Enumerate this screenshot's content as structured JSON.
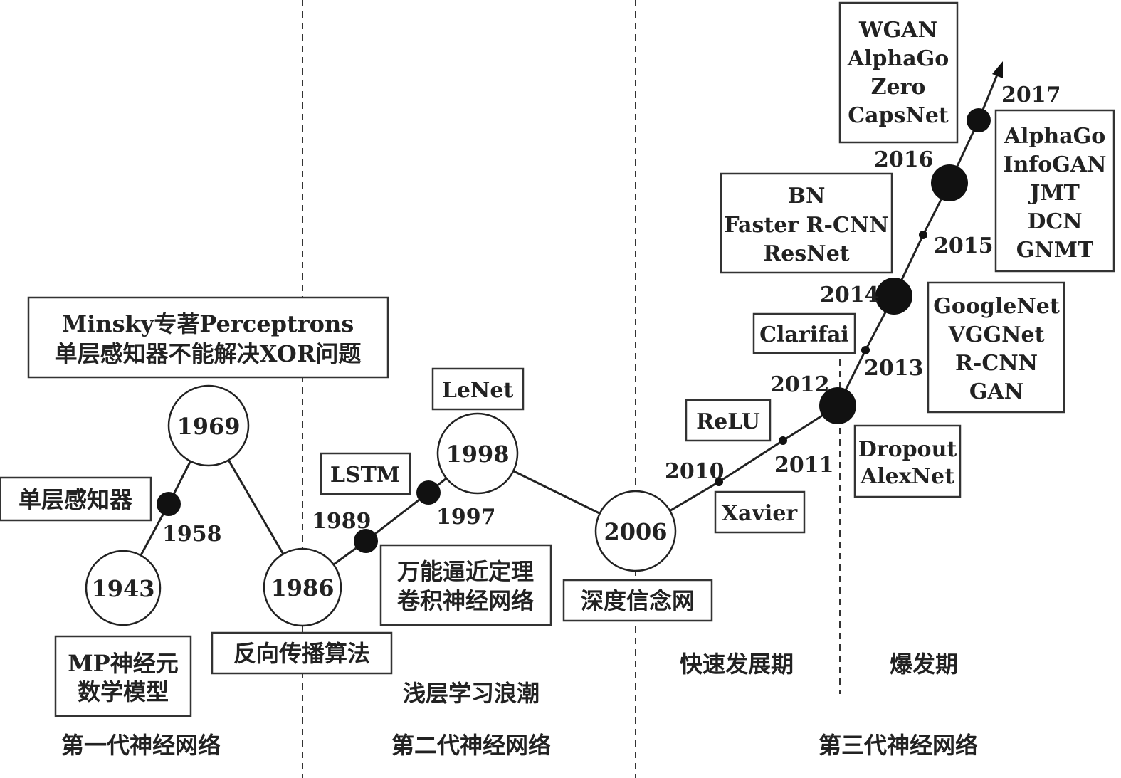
{
  "generations": {
    "first": "第一代神经网络",
    "second": "第二代神经网络",
    "third": "第三代神经网络"
  },
  "phases": {
    "shallow": "浅层学习浪潮",
    "rapid": "快速发展期",
    "explosion": "爆发期"
  },
  "years": {
    "y1943": "1943",
    "y1958": "1958",
    "y1969": "1969",
    "y1986": "1986",
    "y1989": "1989",
    "y1997": "1997",
    "y1998": "1998",
    "y2006": "2006",
    "y2010": "2010",
    "y2011": "2011",
    "y2012": "2012",
    "y2013": "2013",
    "y2014": "2014",
    "y2015": "2015",
    "y2016": "2016",
    "y2017": "2017"
  },
  "boxes": {
    "mp": [
      "MP神经元",
      "数学模型"
    ],
    "perceptron": [
      "单层感知器"
    ],
    "minsky": [
      "Minsky专著Perceptrons",
      "单层感知器不能解决XOR问题"
    ],
    "backprop": [
      "反向传播算法"
    ],
    "lstm": [
      "LSTM"
    ],
    "lenet": [
      "LeNet"
    ],
    "cnn": [
      "万能逼近定理",
      "卷积神经网络"
    ],
    "dbn": [
      "深度信念网"
    ],
    "relu": [
      "ReLU"
    ],
    "xavier": [
      "Xavier"
    ],
    "clarifai": [
      "Clarifai"
    ],
    "dropout": [
      "Dropout",
      "AlexNet"
    ],
    "googlenet": [
      "GoogleNet",
      "VGGNet",
      "R-CNN",
      "GAN"
    ],
    "bn": [
      "BN",
      "Faster R-CNN",
      "ResNet"
    ],
    "alphago": [
      "AlphaGo",
      "InfoGAN",
      "JMT",
      "DCN",
      "GNMT"
    ],
    "wgan": [
      "WGAN",
      "AlphaGo",
      "Zero",
      "CapsNet"
    ]
  }
}
